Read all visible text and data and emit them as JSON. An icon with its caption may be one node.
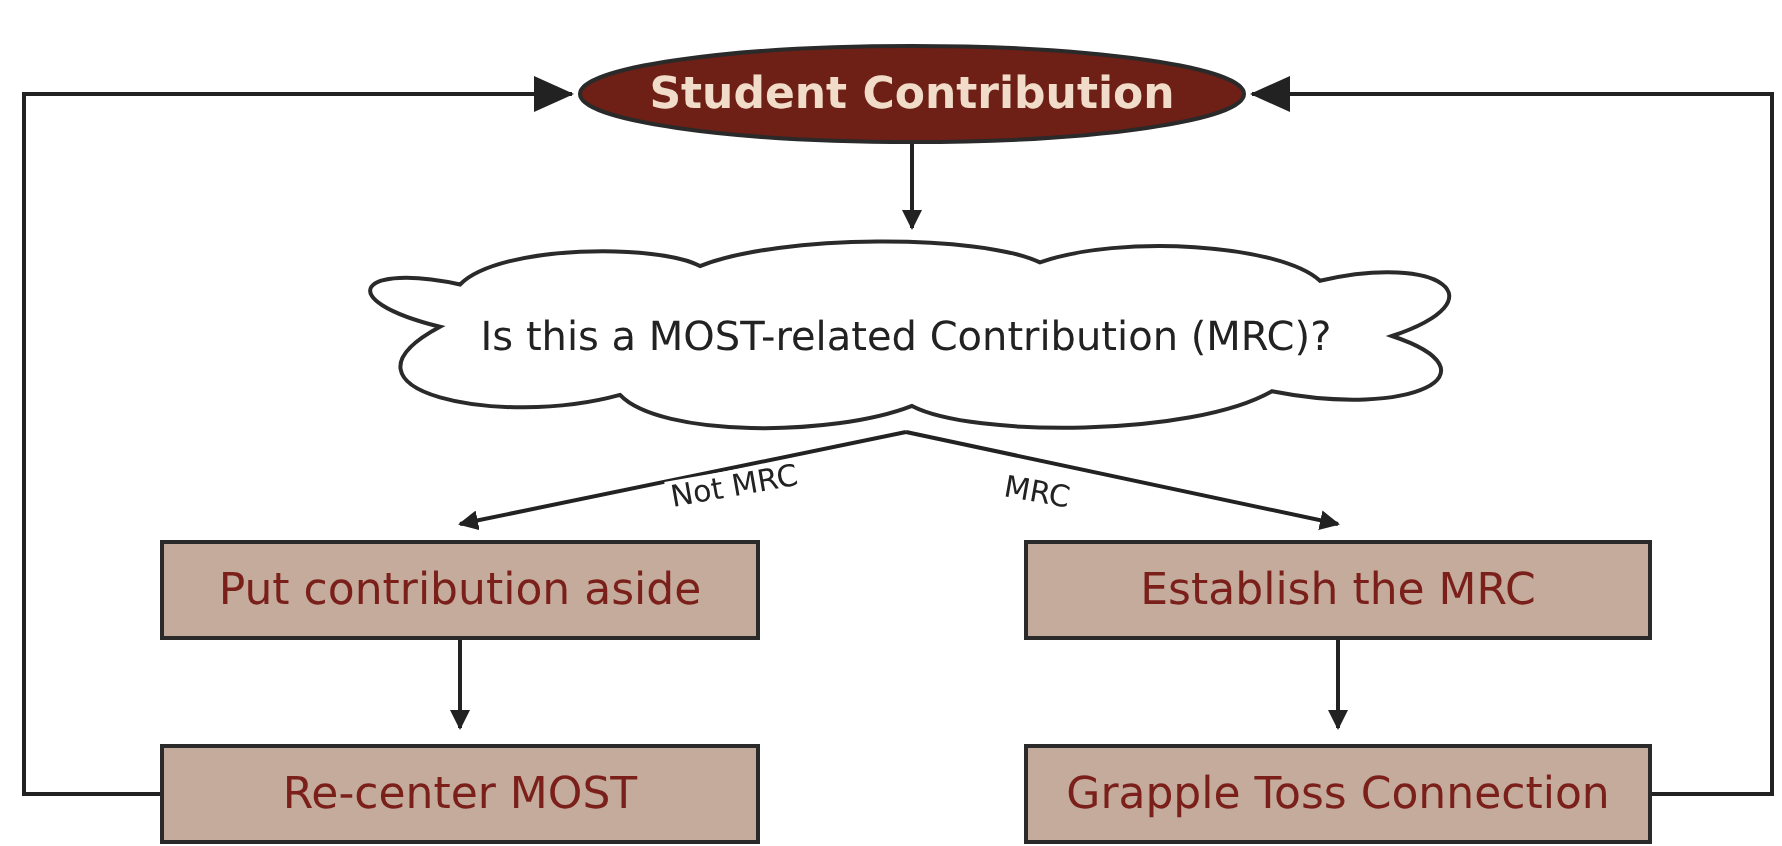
{
  "diagram": {
    "nodes": [
      {
        "text": [
          "Student Contribution"
        ]
      },
      {
        "text": [
          "Is this a MOST-related Contribution (MRC)?"
        ]
      },
      {
        "text": [
          "Put contribution aside"
        ]
      },
      {
        "text": [
          "Establish the MRC"
        ]
      },
      {
        "text": [
          "Re-center MOST"
        ]
      },
      {
        "text": [
          "Grapple Toss Connection"
        ]
      }
    ],
    "edges": [
      {
        "from": 0,
        "to": 1,
        "arrow": "to"
      },
      {
        "from": 1,
        "to": 2,
        "arrow": "to",
        "label": "Not MRC"
      },
      {
        "from": 1,
        "to": 3,
        "arrow": "to",
        "label": "MRC"
      },
      {
        "from": 2,
        "to": 4,
        "arrow": "to"
      },
      {
        "from": 3,
        "to": 5,
        "arrow": "to"
      },
      {
        "from": 4,
        "to": 0,
        "arrow": "to"
      },
      {
        "from": 5,
        "to": 0,
        "arrow": "to"
      }
    ]
  }
}
